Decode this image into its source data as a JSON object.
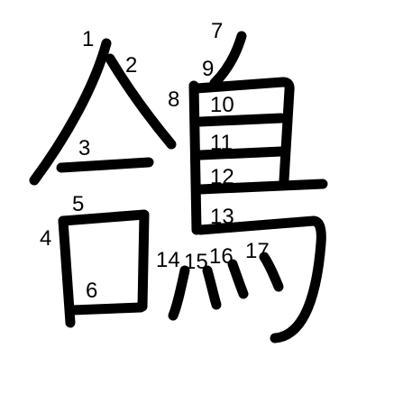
{
  "diagram": {
    "stroke_color": "#000000",
    "background": "#ffffff",
    "stroke_numbers": [
      "1",
      "2",
      "3",
      "4",
      "5",
      "6",
      "7",
      "8",
      "9",
      "10",
      "11",
      "12",
      "13",
      "14",
      "15",
      "16",
      "17"
    ]
  }
}
